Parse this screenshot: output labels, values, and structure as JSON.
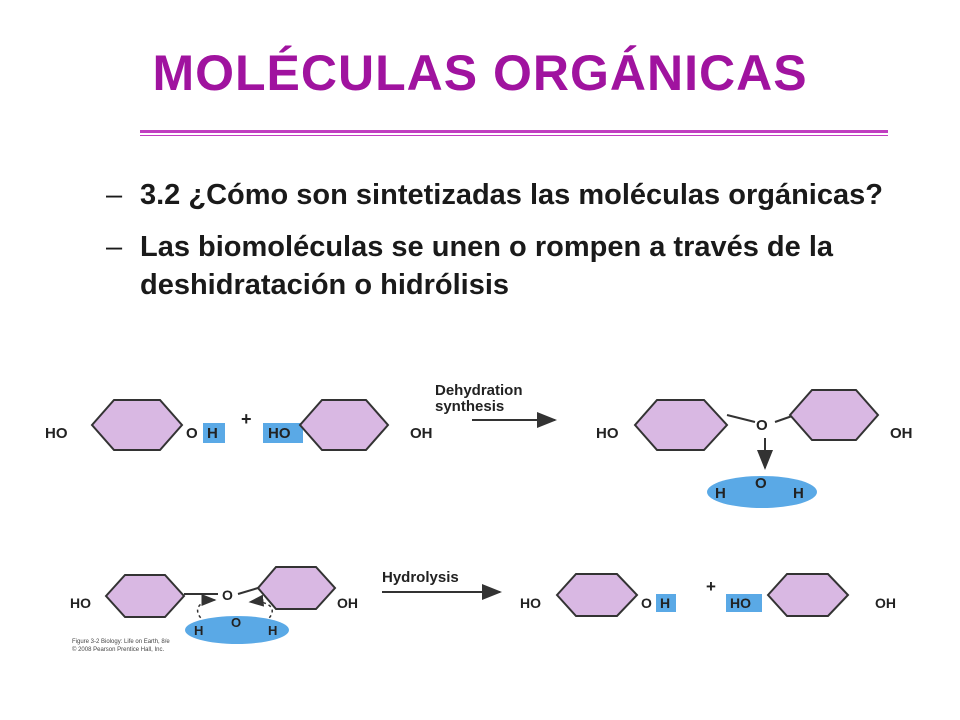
{
  "title": "MOLÉCULAS ORGÁNICAS",
  "bullets": [
    {
      "dash": "–",
      "text": "3.2 ¿Cómo son sintetizadas  las moléculas orgánicas?"
    },
    {
      "dash": "–",
      "text": "Las biomoléculas se unen o rompen a través de la deshidratación o hidrólisis"
    }
  ],
  "dehydration": {
    "label_line1": "Dehydration",
    "label_line2": "synthesis",
    "plus": "+",
    "ho": "HO",
    "oh": "OH",
    "o": "O",
    "h": "H"
  },
  "hydrolysis": {
    "label": "Hydrolysis",
    "plus": "+",
    "ho": "HO",
    "oh": "OH",
    "o": "O",
    "h": "H"
  },
  "credit_line1": "Figure 3-2 Biology: Life on Earth, 8/e",
  "credit_line2": "© 2008 Pearson Prentice Hall, Inc.",
  "colors": {
    "title": "#a0139f",
    "rule": "#c03ec0",
    "ring": "#d9b8e3",
    "water": "#5aa9e6"
  }
}
